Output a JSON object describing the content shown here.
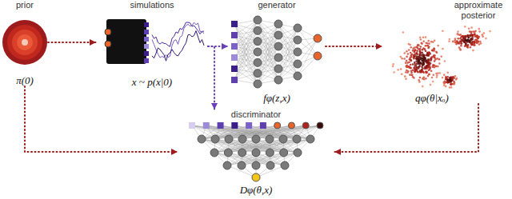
{
  "diagram": {
    "nodes": [
      {
        "text": [
          "prior",
          "π(0)"
        ]
      },
      {
        "text": [
          "simulations",
          "x ~ p(x|0)"
        ]
      },
      {
        "text": [
          "generator",
          "fφ(z,x)"
        ]
      },
      {
        "text": [
          "approximate posterior",
          "qφ(θ|xₒ)"
        ]
      },
      {
        "text": [
          "discriminator",
          "Dφ(θ,x)"
        ]
      }
    ],
    "edges": [
      {
        "from": 0,
        "to": 1,
        "arrow": "to"
      },
      {
        "from": 1,
        "to": 2,
        "arrow": "to"
      },
      {
        "from": 2,
        "to": 3,
        "arrow": "to"
      },
      {
        "from": 1,
        "to": 4,
        "arrow": "to"
      },
      {
        "from": 0,
        "to": 4,
        "arrow": "to"
      },
      {
        "from": 3,
        "to": 4,
        "arrow": "to"
      }
    ]
  }
}
